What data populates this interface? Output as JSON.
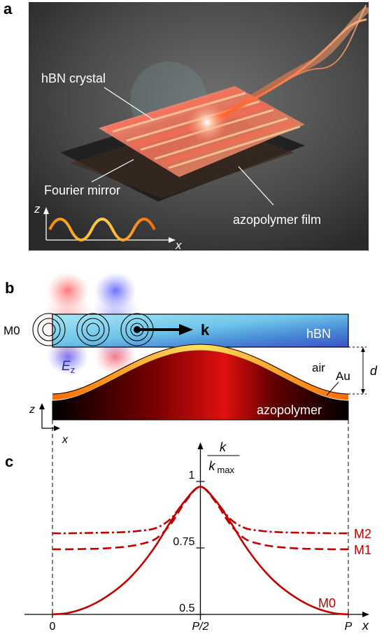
{
  "panel_labels": {
    "a": "a",
    "b": "b",
    "c": "c"
  },
  "panel_a": {
    "hbn_label": "hBN crystal",
    "mirror_label": "Fourier mirror",
    "azopolymer_label": "azopolymer film",
    "axis_z": "z",
    "axis_x": "x"
  },
  "panel_b": {
    "mode_label": "M0",
    "k_label": "k",
    "hbn_label": "hBN",
    "air_label": "air",
    "au_label": "Au",
    "d_label": "d",
    "ez_label": "E",
    "ez_sub": "z",
    "azopolymer_label": "azopolymer",
    "axis_z": "z",
    "axis_x": "x"
  },
  "chart_data": {
    "type": "line",
    "ylabel_num": "k",
    "ylabel_den": "k",
    "ylabel_den_sub": "max",
    "xlabel": "x",
    "x_ticks": [
      "0",
      "P/2",
      "P"
    ],
    "y_ticks": [
      "0.5",
      "0.75",
      "1"
    ],
    "ylim": [
      0.5,
      1.0
    ],
    "xlim": [
      0,
      1
    ],
    "series": [
      {
        "name": "M0",
        "style": "solid",
        "color": "#c00000",
        "x": [
          0,
          0.05,
          0.1,
          0.15,
          0.2,
          0.25,
          0.3,
          0.35,
          0.4,
          0.45,
          0.5,
          0.55,
          0.6,
          0.65,
          0.7,
          0.75,
          0.8,
          0.85,
          0.9,
          0.95,
          1
        ],
        "values": [
          0.5,
          0.505,
          0.52,
          0.545,
          0.58,
          0.625,
          0.685,
          0.76,
          0.85,
          0.93,
          0.98,
          0.93,
          0.85,
          0.76,
          0.685,
          0.625,
          0.58,
          0.545,
          0.52,
          0.505,
          0.5
        ]
      },
      {
        "name": "M1",
        "style": "dashed",
        "color": "#c00000",
        "x": [
          0,
          0.05,
          0.1,
          0.15,
          0.2,
          0.25,
          0.3,
          0.35,
          0.4,
          0.45,
          0.5,
          0.55,
          0.6,
          0.65,
          0.7,
          0.75,
          0.8,
          0.85,
          0.9,
          0.95,
          1
        ],
        "values": [
          0.745,
          0.745,
          0.746,
          0.747,
          0.75,
          0.755,
          0.765,
          0.785,
          0.84,
          0.925,
          0.98,
          0.925,
          0.84,
          0.785,
          0.765,
          0.755,
          0.75,
          0.747,
          0.746,
          0.745,
          0.745
        ]
      },
      {
        "name": "M2",
        "style": "dashdot",
        "color": "#c00000",
        "x": [
          0,
          0.05,
          0.1,
          0.15,
          0.2,
          0.25,
          0.3,
          0.35,
          0.4,
          0.45,
          0.5,
          0.55,
          0.6,
          0.65,
          0.7,
          0.75,
          0.8,
          0.85,
          0.9,
          0.95,
          1
        ],
        "values": [
          0.805,
          0.805,
          0.806,
          0.807,
          0.808,
          0.81,
          0.815,
          0.825,
          0.86,
          0.93,
          0.98,
          0.93,
          0.86,
          0.825,
          0.815,
          0.81,
          0.808,
          0.807,
          0.806,
          0.805,
          0.805
        ]
      }
    ]
  }
}
